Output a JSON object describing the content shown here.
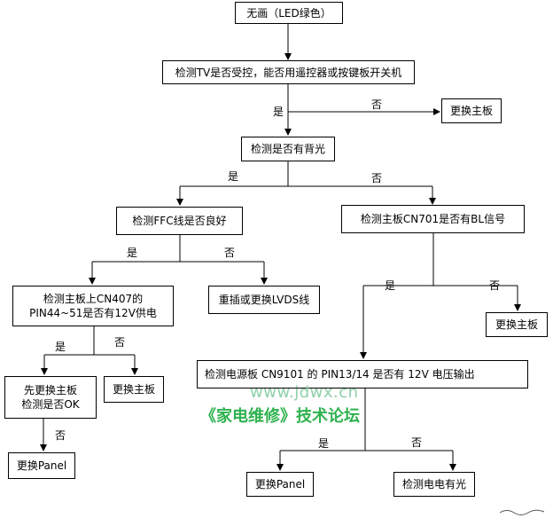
{
  "nodes": {
    "start": "无画（LED绿色）",
    "check_tv": "检测TV是否受控，能否用遥控器或按键板开关机",
    "replace_board_1": "更换主板",
    "check_backlight": "检测是否有背光",
    "check_ffc": "检测FFC线是否良好",
    "check_bl_signal": "检测主板CN701是否有BL信号",
    "check_cn407_line1": "检测主板上CN407的",
    "check_cn407_line2": "PIN44~51是否有12V供电",
    "reinsert_lvds": "重插或更换LVDS线",
    "replace_board_2": "更换主板",
    "check_power_board": "检测电源板 CN9101 的 PIN13/14 是否有 12V 电压输出",
    "replace_first_line1": "先更换主板",
    "replace_first_line2": "检测是否OK",
    "replace_board_3": "更换主板",
    "replace_panel_1": "更换Panel",
    "replace_panel_2": "更换Panel",
    "check_power_partial": "检测电电有光"
  },
  "edge_labels": {
    "yes": "是",
    "no": "否"
  },
  "watermark": {
    "url": "www.jdwx.cn",
    "forum": "《家电维修》技术论坛"
  },
  "colors": {
    "line": "#000000",
    "watermark_light": "#8ed0a8",
    "watermark_dark": "#2fb24f"
  }
}
